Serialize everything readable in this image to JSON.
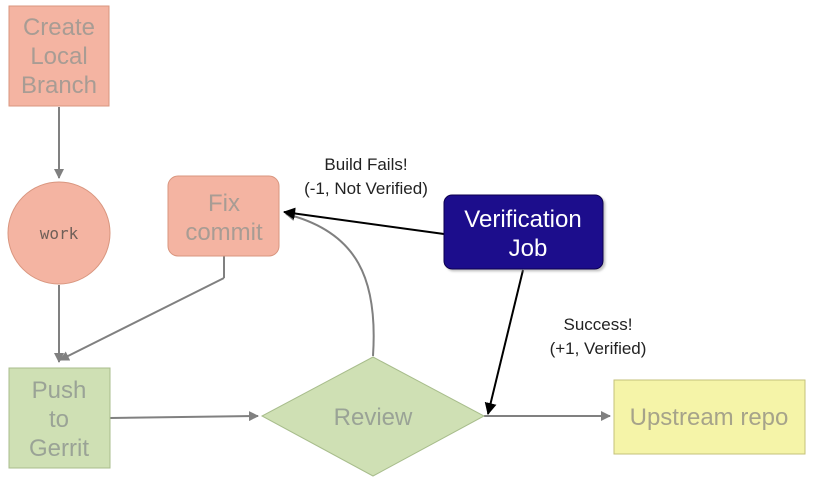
{
  "nodes": {
    "create_local_branch": {
      "lines": [
        "Create",
        "Local",
        "Branch"
      ],
      "fill": "#f4b4a2"
    },
    "work": {
      "label": "work",
      "fill": "#f4b4a2"
    },
    "fix_commit": {
      "lines": [
        "Fix",
        "commit"
      ],
      "fill": "#f4b4a2"
    },
    "push_to_gerrit": {
      "lines": [
        "Push",
        "to",
        "Gerrit"
      ],
      "fill": "#cfe0b4"
    },
    "review": {
      "label": "Review",
      "fill": "#cfe0b4"
    },
    "verification_job": {
      "lines": [
        "Verification",
        "Job"
      ],
      "fill": "#1b0a8c"
    },
    "upstream_repo": {
      "label": "Upstream repo",
      "fill": "#f5f4a8"
    }
  },
  "edges": {
    "build_fails": {
      "lines": [
        "Build Fails!",
        "(-1, Not Verified)"
      ]
    },
    "success": {
      "lines": [
        "Success!",
        "(+1, Verified)"
      ]
    }
  },
  "colors": {
    "connector_gray": "#808080",
    "connector_black": "#000000"
  }
}
